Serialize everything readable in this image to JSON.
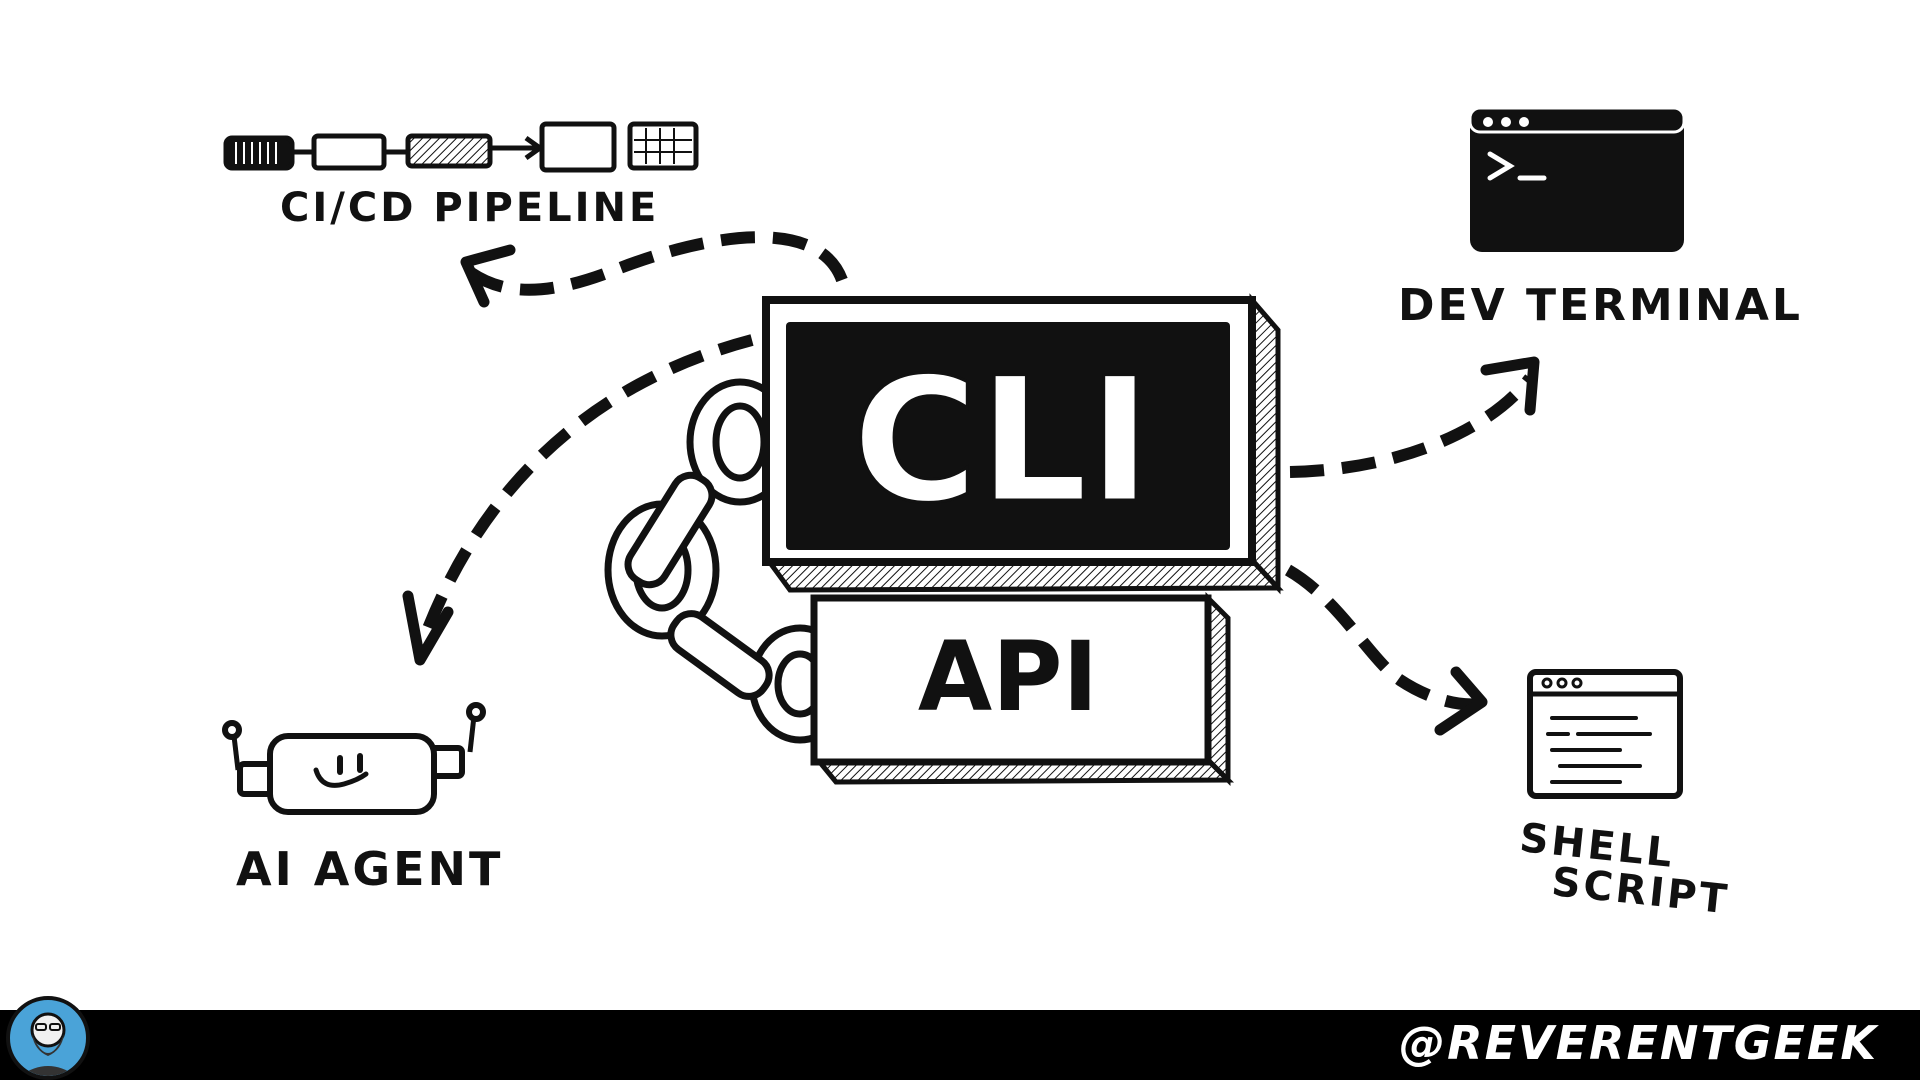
{
  "center": {
    "top_label": "CLI",
    "bottom_label": "API"
  },
  "nodes": {
    "cicd": "CI/CD PIPELINE",
    "terminal": "DEV TERMINAL",
    "agent": "AI AGENT",
    "shell_line1": "SHELL",
    "shell_line2": "SCRIPT"
  },
  "footer": {
    "handle": "@REVERENTGEEK"
  },
  "colors": {
    "ink": "#111111",
    "background": "#ffffff",
    "footer": "#000000",
    "avatar_bg": "#4aa3d8"
  }
}
